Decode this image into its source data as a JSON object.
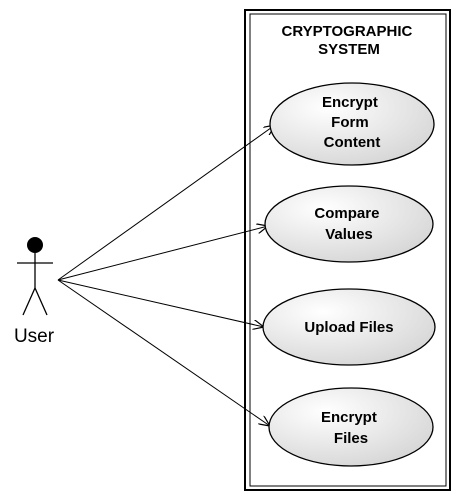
{
  "system": {
    "title_lines": [
      "CRYPTOGRAPHIC",
      "SYSTEM"
    ]
  },
  "actor": {
    "label": "User"
  },
  "use_cases": [
    {
      "lines": [
        "Encrypt",
        "Form",
        "Content"
      ]
    },
    {
      "lines": [
        "Compare",
        "Values"
      ]
    },
    {
      "lines": [
        "Upload Files"
      ]
    },
    {
      "lines": [
        "Encrypt",
        "Files"
      ]
    }
  ],
  "colors": {
    "stroke": "#000000",
    "ellipse_fill_light": "#ffffff",
    "ellipse_fill_dark": "#d4d4d4",
    "background": "#ffffff"
  }
}
